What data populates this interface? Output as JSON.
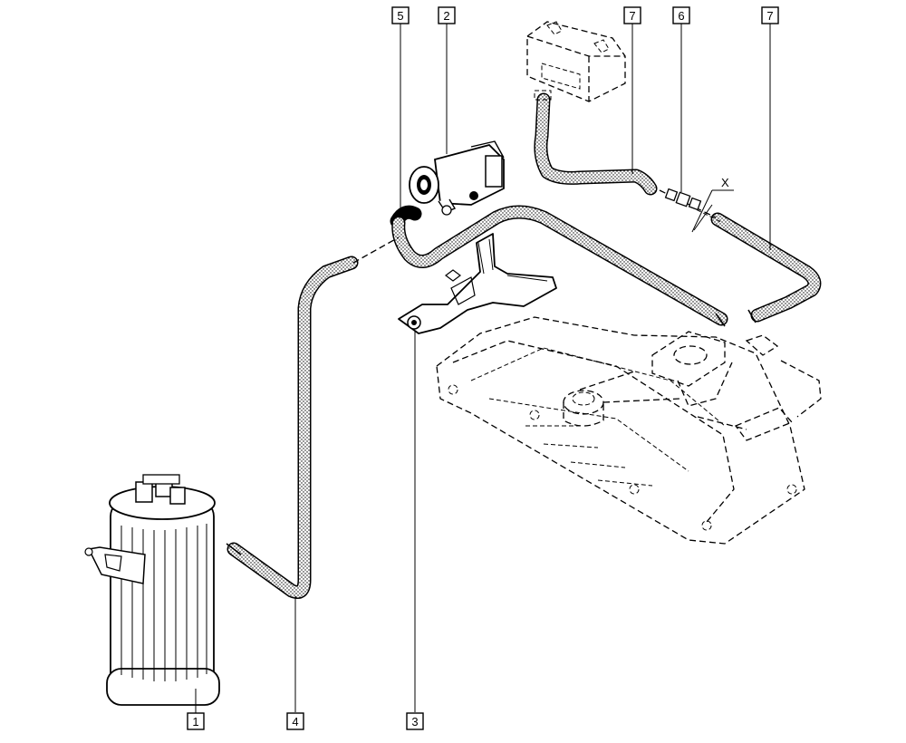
{
  "callouts": [
    {
      "id": "1",
      "text": "1"
    },
    {
      "id": "2",
      "text": "2"
    },
    {
      "id": "3",
      "text": "3"
    },
    {
      "id": "4",
      "text": "4"
    },
    {
      "id": "5",
      "text": "5"
    },
    {
      "id": "6",
      "text": "6"
    },
    {
      "id": "7a",
      "text": "7"
    },
    {
      "id": "7b",
      "text": "7"
    }
  ],
  "x_marker": "X",
  "colors": {
    "ink": "#000000",
    "background": "#ffffff"
  }
}
